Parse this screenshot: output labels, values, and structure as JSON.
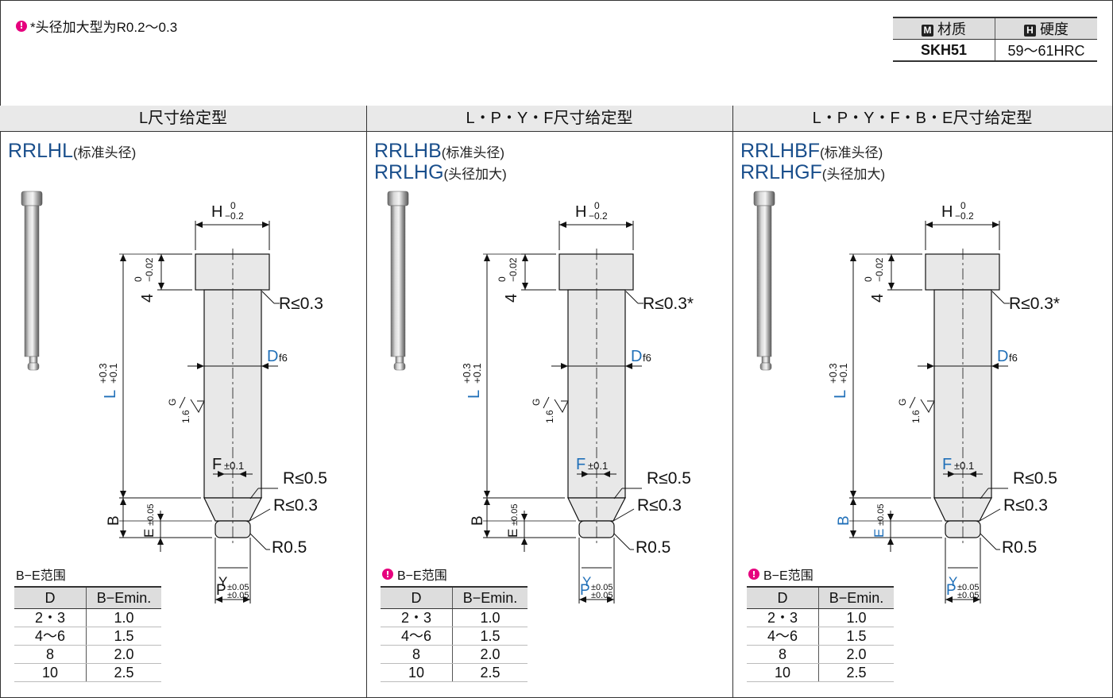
{
  "note": {
    "icon_char": "!",
    "text": "*头径加大型为R0.2〜0.3"
  },
  "material_table": {
    "headers": [
      {
        "badge": "M",
        "label": "材质"
      },
      {
        "badge": "H",
        "label": "硬度"
      }
    ],
    "values": [
      "SKH51",
      "59〜61HRC"
    ]
  },
  "panels": [
    {
      "title": "L尺寸给定型",
      "models": [
        {
          "code": "RRLHL",
          "desc": "(标准头径)"
        }
      ],
      "dims": {
        "H": "H",
        "H_tol_u": "0",
        "H_tol_l": "−0.2",
        "head": "4",
        "head_u": "0",
        "head_l": "−0.02",
        "L": "L",
        "L_tol_u": "+0.3",
        "L_tol_l": "+0.1",
        "D": "D",
        "D_tol": "f6",
        "G": "G",
        "rough": "1.6",
        "F": "F",
        "F_tol": "±0.1",
        "B": "B",
        "E": "E",
        "E_tol": "±0.05",
        "Y": "Y",
        "Y_tol": "±0.05",
        "P": "P",
        "P_tol": "±0.05",
        "r1": "R≤0.3",
        "r2": "R≤0.5",
        "r3": "R≤0.3",
        "r4": "R0.5"
      },
      "range_title": "B−E范围",
      "range_pin": false,
      "range_table": {
        "headers": [
          "D",
          "B−Emin."
        ],
        "rows": [
          [
            "2・3",
            "1.0"
          ],
          [
            "4〜6",
            "1.5"
          ],
          [
            "8",
            "2.0"
          ],
          [
            "10",
            "2.5"
          ]
        ]
      }
    },
    {
      "title": "L・P・Y・F尺寸给定型",
      "models": [
        {
          "code": "RRLHB",
          "desc": "(标准头径)"
        },
        {
          "code": "RRLHG",
          "desc": "(头径加大)"
        }
      ],
      "dims": {
        "H": "H",
        "H_tol_u": "0",
        "H_tol_l": "−0.2",
        "head": "4",
        "head_u": "0",
        "head_l": "−0.02",
        "L": "L",
        "L_tol_u": "+0.3",
        "L_tol_l": "+0.1",
        "D": "D",
        "D_tol": "f6",
        "G": "G",
        "rough": "1.6",
        "F": "F",
        "F_tol": "±0.1",
        "B": "B",
        "E": "E",
        "E_tol": "±0.05",
        "Y": "Y",
        "Y_tol": "±0.05",
        "P": "P",
        "P_tol": "±0.05",
        "r1": "R≤0.3*",
        "r2": "R≤0.5",
        "r3": "R≤0.3",
        "r4": "R0.5"
      },
      "range_title": "B−E范围",
      "range_pin": true,
      "range_table": {
        "headers": [
          "D",
          "B−Emin."
        ],
        "rows": [
          [
            "2・3",
            "1.0"
          ],
          [
            "4〜6",
            "1.5"
          ],
          [
            "8",
            "2.0"
          ],
          [
            "10",
            "2.5"
          ]
        ]
      }
    },
    {
      "title": "L・P・Y・F・B・E尺寸给定型",
      "models": [
        {
          "code": "RRLHBF",
          "desc": "(标准头径)"
        },
        {
          "code": "RRLHGF",
          "desc": "(头径加大)"
        }
      ],
      "dims": {
        "H": "H",
        "H_tol_u": "0",
        "H_tol_l": "−0.2",
        "head": "4",
        "head_u": "0",
        "head_l": "−0.02",
        "L": "L",
        "L_tol_u": "+0.3",
        "L_tol_l": "+0.1",
        "D": "D",
        "D_tol": "f6",
        "G": "G",
        "rough": "1.6",
        "F": "F",
        "F_tol": "±0.1",
        "B": "B",
        "E": "E",
        "E_tol": "±0.05",
        "Y": "Y",
        "Y_tol": "±0.05",
        "P": "P",
        "P_tol": "±0.05",
        "r1": "R≤0.3*",
        "r2": "R≤0.5",
        "r3": "R≤0.3",
        "r4": "R0.5"
      },
      "range_title": "B−E范围",
      "range_pin": true,
      "range_table": {
        "headers": [
          "D",
          "B−Emin."
        ],
        "rows": [
          [
            "2・3",
            "1.0"
          ],
          [
            "4〜6",
            "1.5"
          ],
          [
            "8",
            "2.0"
          ],
          [
            "10",
            "2.5"
          ]
        ]
      }
    }
  ],
  "colors": {
    "blue_label": "#1f6fb8",
    "model_text": "#1a4f8c",
    "note_pin": "#e6007e",
    "part_fill": "#e8e8e8"
  }
}
